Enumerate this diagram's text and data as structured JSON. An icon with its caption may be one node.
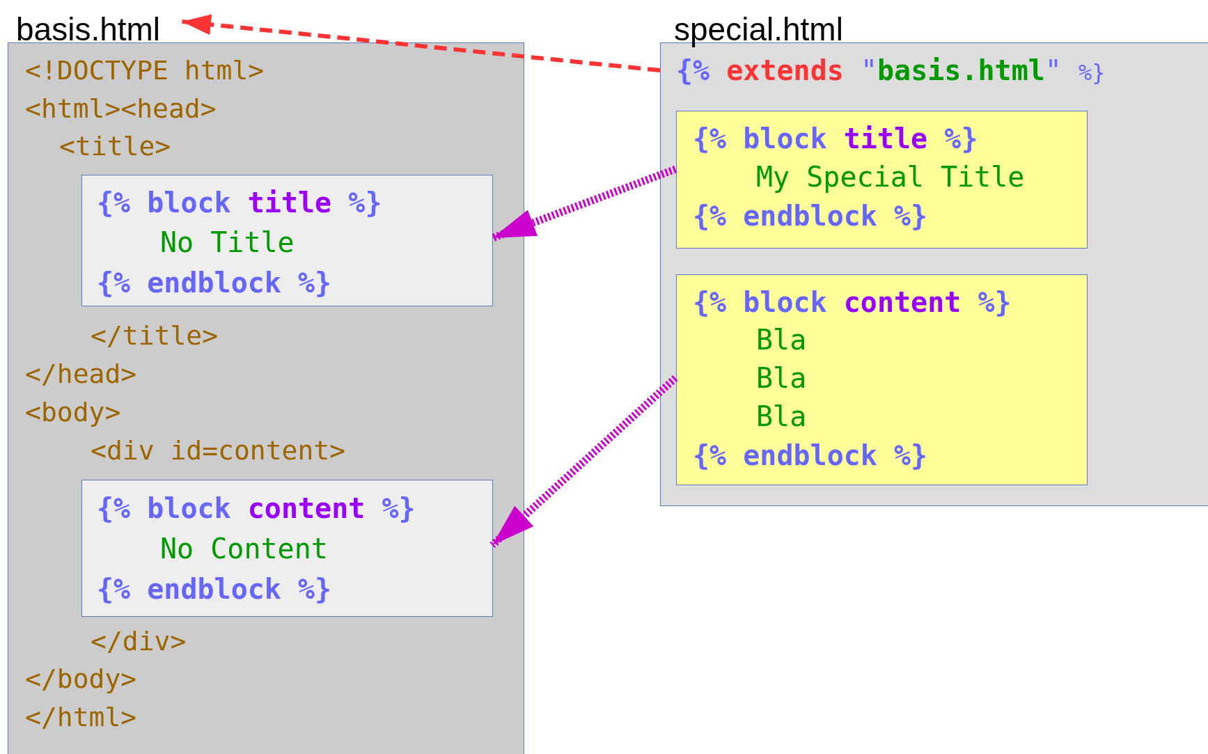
{
  "diagram": {
    "nodes": [
      {
        "text": [
          "basis.html",
          "<!DOCTYPE html>",
          "<html><head>",
          "<title>",
          "</title>",
          "</head>",
          "<body>",
          "<div id=content>",
          "</div>",
          "</body>",
          "</html>"
        ]
      },
      {
        "text": [
          "{% block title %}",
          "No Title",
          "{% endblock %}"
        ],
        "in": 0
      },
      {
        "text": [
          "{% block content %}",
          "No Content",
          "{% endblock %}"
        ],
        "in": 0
      },
      {
        "text": [
          "special.html",
          "{% extends \"basis.html\" %}"
        ]
      },
      {
        "text": [
          "{% block title %}",
          "My Special Title",
          "{% endblock %}"
        ],
        "in": 3
      },
      {
        "text": [
          "{% block content %}",
          "Bla",
          "Bla",
          "Bla",
          "{% endblock %}"
        ],
        "in": 3
      }
    ],
    "edges": [
      {
        "from": 3,
        "to": 0,
        "arrow": "to",
        "style": "dashed",
        "color": "#ff3333"
      },
      {
        "from": 4,
        "to": 1,
        "arrow": "to",
        "style": "dashed"
      },
      {
        "from": 5,
        "to": 2,
        "arrow": "to",
        "style": "dashed"
      }
    ]
  }
}
